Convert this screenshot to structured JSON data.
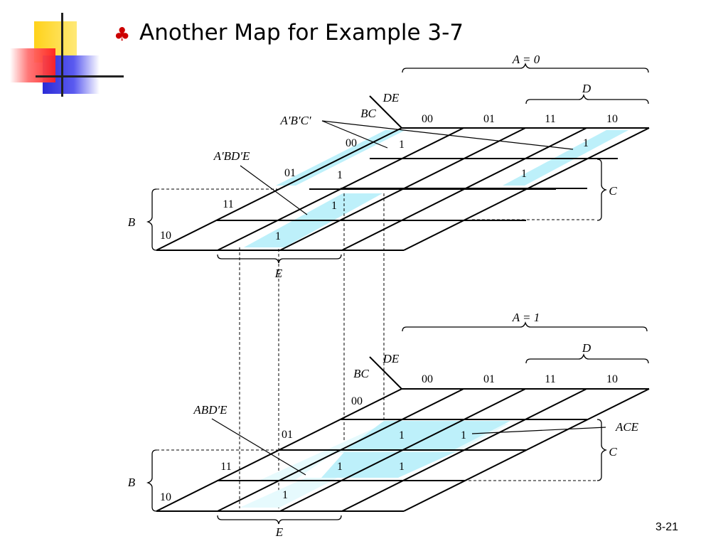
{
  "slide": {
    "title": "Another Map for Example 3-7",
    "bullet": "♣",
    "page_number": "3-21"
  },
  "diagram": {
    "top_map": {
      "header": "A = 0",
      "row_axis": "BC",
      "col_axis": "DE",
      "col_labels": [
        "00",
        "01",
        "11",
        "10"
      ],
      "row_labels": [
        "00",
        "01",
        "11",
        "10"
      ],
      "span_D": "D",
      "span_C": "C",
      "span_B": "B",
      "span_E": "E",
      "cells": [
        {
          "row": 0,
          "col": 0,
          "value": "1"
        },
        {
          "row": 0,
          "col": 3,
          "value": "1"
        },
        {
          "row": 1,
          "col": 0,
          "value": "1"
        },
        {
          "row": 1,
          "col": 3,
          "value": "1"
        },
        {
          "row": 2,
          "col": 1,
          "value": "1"
        },
        {
          "row": 3,
          "col": 1,
          "value": "1"
        }
      ],
      "labels": [
        "A′B′C′",
        "A′BD′E"
      ]
    },
    "bottom_map": {
      "header": "A = 1",
      "row_axis": "BC",
      "col_axis": "DE",
      "col_labels": [
        "00",
        "01",
        "11",
        "10"
      ],
      "row_labels": [
        "00",
        "01",
        "11",
        "10"
      ],
      "span_D": "D",
      "span_C": "C",
      "span_B": "B",
      "span_E": "E",
      "cells": [
        {
          "row": 1,
          "col": 1,
          "value": "1"
        },
        {
          "row": 1,
          "col": 2,
          "value": "1"
        },
        {
          "row": 2,
          "col": 1,
          "value": "1"
        },
        {
          "row": 2,
          "col": 2,
          "value": "1"
        },
        {
          "row": 3,
          "col": 1,
          "value": "1"
        }
      ],
      "labels": [
        "ABD′E",
        "ACE"
      ]
    },
    "colors": {
      "highlight": "#bdf0fa",
      "highlight_light": "#e6fafd",
      "deco_yellow": "#ffd21a",
      "deco_red": "#ff3030",
      "deco_blue": "#2b2bd6",
      "bullet": "#cc0000"
    }
  }
}
